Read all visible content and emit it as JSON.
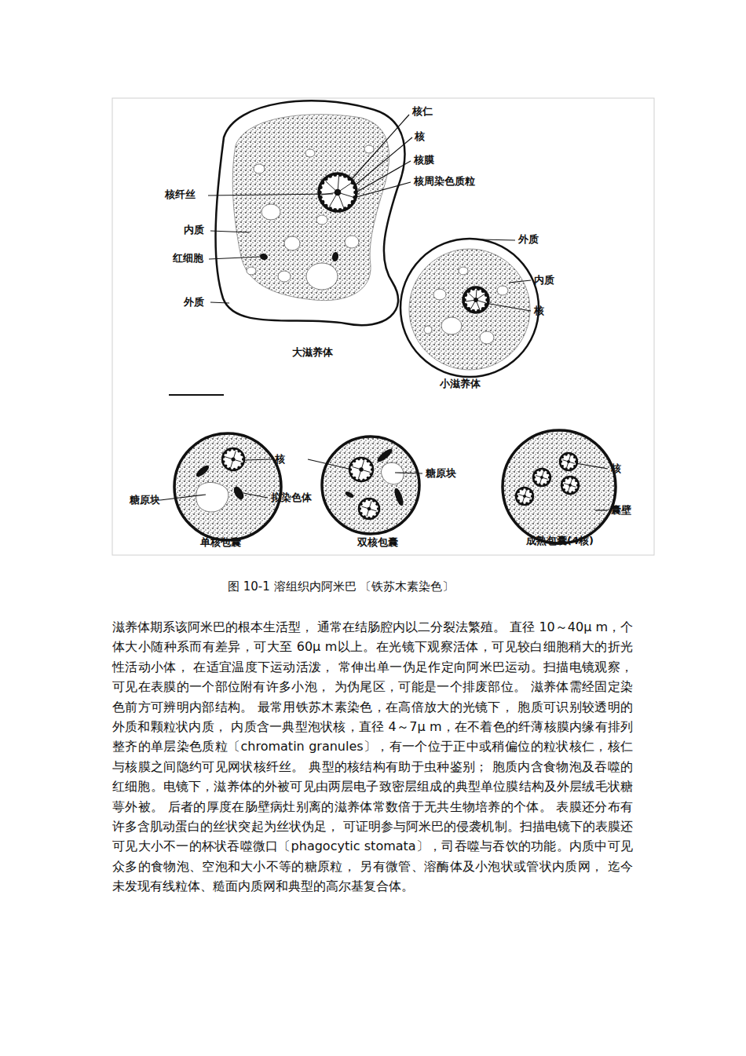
{
  "diagram": {
    "caption": "图 10-1  溶组织内阿米巴  〔铁苏木素染色〕",
    "labels": [
      "核仁",
      "核",
      "核膜",
      "核周染色质粒",
      "核纤丝",
      "内质",
      "红细胞",
      "外质",
      "大滋养体",
      "外质",
      "内质",
      "核",
      "小滋养体",
      "核",
      "糖原块",
      "糖原块",
      "拟染色体",
      "核",
      "囊壁",
      "单核包囊",
      "双核包囊",
      "成熟包囊(4核)",
      "滋养体期系该阿米巴的根本生活型， 通常在结肠腔内以二分裂法繁殖。 直径 10～40μ m，个体大小随种系而有差异，可大至 60μ m以上。在光镜下观察活体，可见较白细胞稍大的折光性活动小体， 在适宜温度下运动活泼， 常伸出单一伪足作定向阿米巴运动。扫描电镜观察， 可见在表膜的一个部位附有许多小泡， 为伪尾区，可能是一个排废部位。 滋养体需经固定染色前方可辨明内部结构。 最常用铁苏木素染色，在高倍放大的光镜下， 胞质可识别较透明的外质和颗粒状内质， 内质含一典型泡状核，直径 4～7μ m，在不着色的纤薄核膜内缘有排列整齐的单层染色质粒〔chromatin granules〕，有一个位于正中或稍偏位的粒状核仁，核仁与核膜之间隐约可见网状核纤丝。 典型的核结构有助于虫种鉴别； 胞质内含食物泡及吞噬的红细胞。电镜下，滋养体的外被可见由两层电子致密层组成的典型单位膜结构及外层绒毛状糖萼外被。 后者的厚度在肠壁病灶别离的滋养体常数倍于无共生物培养的个体。 表膜还分布有许多含肌动蛋白的丝状突起为丝状伪足， 可证明参与阿米巴的侵袭机制。扫描电镜下的表膜还可见大小不一的杯状吞噬微口〔phagocytic stomata〕，司吞噬与吞饮的功能。内质中可见众多的食物泡、空泡和大小不等的糖原粒， 另有微管、溶酶体及小泡状或管状内质网， 迄今未发现有线粒体、糙面内质网和典型的高尔基复合体。"
    ]
  }
}
